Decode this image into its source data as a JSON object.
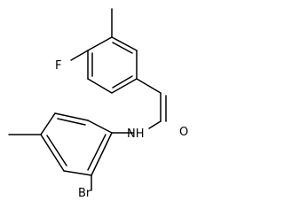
{
  "molecule": {
    "atom_labels": {
      "fluorine": "F",
      "oxygen": "O",
      "amide_nitrogen": "NH",
      "bromine": "Br"
    },
    "colors": {
      "bond": "#000000",
      "label": "#000000",
      "background": "#ffffff"
    }
  }
}
